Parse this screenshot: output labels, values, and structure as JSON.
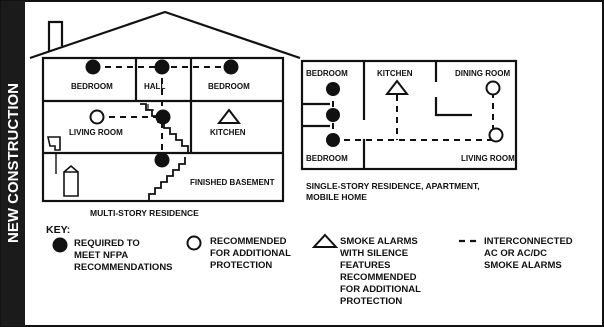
{
  "side_label": "NEW CONSTRUCTION",
  "multi_story": {
    "caption": "MULTI-STORY RESIDENCE",
    "rooms": {
      "bedroom_left": "BEDROOM",
      "hall": "HALL",
      "bedroom_right": "BEDROOM",
      "living_room": "LIVING ROOM",
      "kitchen": "KITCHEN",
      "finished_basement": "FINISHED BASEMENT"
    }
  },
  "single_story": {
    "caption_line1": "SINGLE-STORY RESIDENCE, APARTMENT,",
    "caption_line2": "MOBILE HOME",
    "rooms": {
      "bedroom_top": "BEDROOM",
      "kitchen": "KITCHEN",
      "dining_room": "DINING ROOM",
      "bedroom_bottom": "BEDROOM",
      "living_room": "LIVING ROOM"
    }
  },
  "key": {
    "title": "KEY:",
    "required": [
      "REQUIRED TO",
      "MEET NFPA",
      "RECOMMENDATIONS"
    ],
    "recommended": [
      "RECOMMENDED",
      "FOR ADDITIONAL",
      "PROTECTION"
    ],
    "silence": [
      "SMOKE ALARMS",
      "WITH SILENCE",
      "FEATURES",
      "RECOMMENDED",
      "FOR ADDITIONAL",
      "PROTECTION"
    ],
    "interconnected": [
      "INTERCONNECTED",
      "AC OR AC/DC",
      "SMOKE ALARMS"
    ]
  }
}
